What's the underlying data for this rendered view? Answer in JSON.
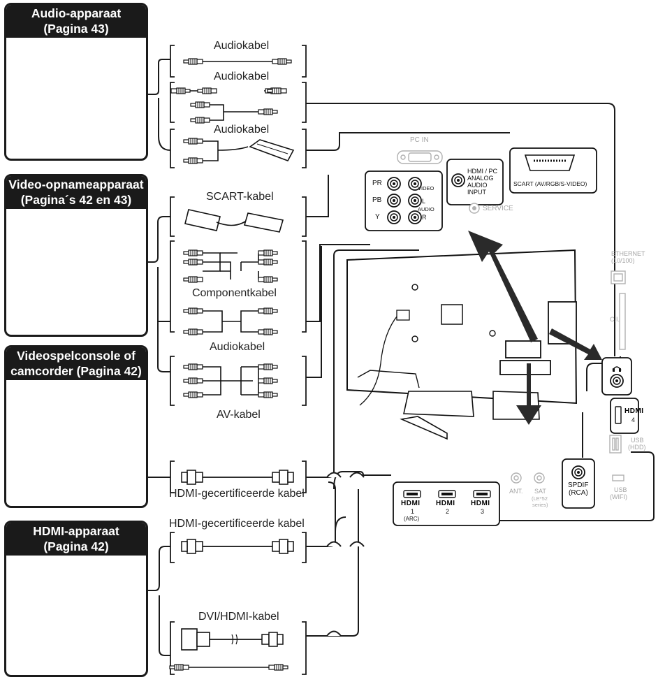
{
  "devices": {
    "audio": {
      "title_line1": "Audio-apparaat",
      "title_line2": "(Pagina 43)"
    },
    "video_recorder": {
      "title_line1": "Video-opnameapparaat",
      "title_line2": "(Pagina´s 42 en 43)"
    },
    "game_camcorder": {
      "title_line1": "Videospelconsole of",
      "title_line2": "camcorder (Pagina 42)"
    },
    "hdmi_device": {
      "title_line1": "HDMI-apparaat",
      "title_line2": "(Pagina 42)"
    }
  },
  "cables": {
    "audiokabel_1": "Audiokabel",
    "audiokabel_2": "Audiokabel",
    "audiokabel_3": "Audiokabel",
    "scart": "SCART-kabel",
    "component": "Componentkabel",
    "audiokabel_4": "Audiokabel",
    "av": "AV-kabel",
    "hdmi_1": "HDMI-gecertificeerde kabel",
    "hdmi_2": "HDMI-gecertificeerde kabel",
    "dvi_hdmi": "DVI/HDMI-kabel"
  },
  "ports": {
    "pc_in": "PC IN",
    "pr": "PR",
    "pb": "PB",
    "y": "Y",
    "video": "VIDEO",
    "l": "L",
    "audio": "AUDIO",
    "r": "R",
    "hdmi_pc_line1": "HDMI / PC",
    "hdmi_pc_line2": "ANALOG",
    "hdmi_pc_line3": "AUDIO",
    "hdmi_pc_line4": "INPUT",
    "service": "SERVICE",
    "scart_port": "SCART (AV/RGB/S-VIDEO)",
    "ethernet_line1": "ETHERNET",
    "ethernet_line2": "(10/100)",
    "ci": "C.I.",
    "usb_hdd_line1": "USB",
    "usb_hdd_line2": "(HDD)",
    "usb_wifi_line1": "USB",
    "usb_wifi_line2": "(WIFI)",
    "hdmi_logo": "HDMI",
    "hdmi4_number": "4",
    "hdmi1_number": "1",
    "hdmi1_arc": "(ARC)",
    "hdmi2_number": "2",
    "hdmi3_number": "3",
    "ant": "ANT.",
    "sat": "SAT",
    "sat_note_line1": "(LE*52",
    "sat_note_line2": "series)",
    "spdif_line1": "SPDIF",
    "spdif_line2": "(RCA)"
  }
}
